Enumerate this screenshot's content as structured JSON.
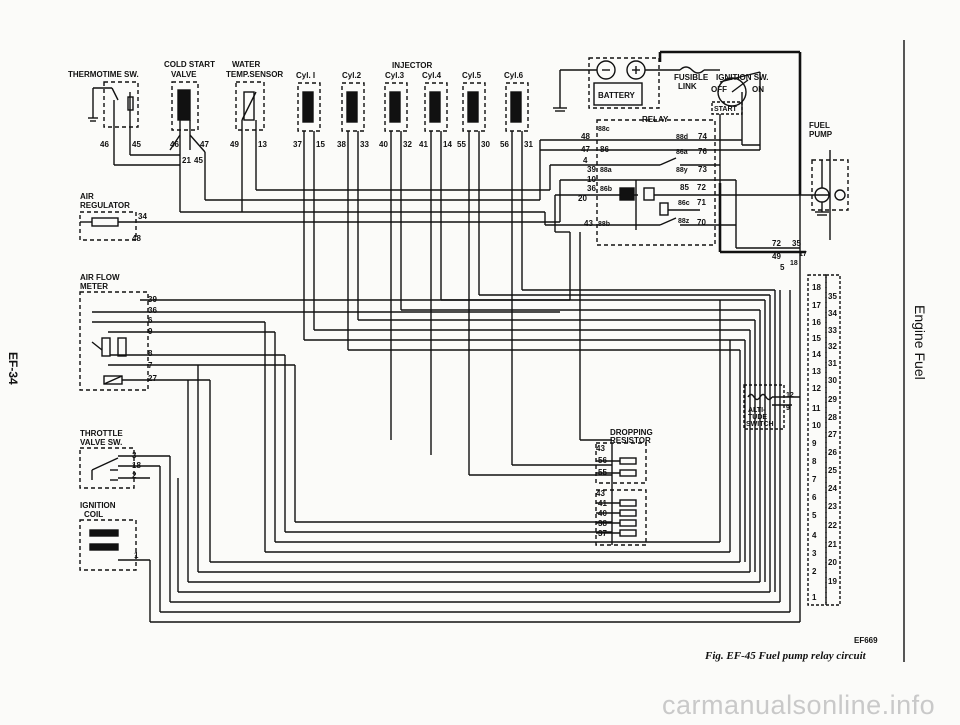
{
  "page_number": "EF-34",
  "section_title": "Engine Fuel",
  "figure_code": "EF669",
  "figure_caption": "Fig. EF-45 Fuel pump relay circuit",
  "watermark": "carmanualsonline.info",
  "components": {
    "thermotime_sw": "THERMOTIME SW.",
    "cold_start_valve": [
      "COLD START",
      "VALVE"
    ],
    "water_temp_sensor": [
      "WATER",
      "TEMP.SENSOR"
    ],
    "injector": "INJECTOR",
    "cylinders": [
      "Cyl. I",
      "Cyl.2",
      "Cyl.3",
      "Cyl.4",
      "Cyl.5",
      "Cyl.6"
    ],
    "battery": "BATTERY",
    "fusible_link": [
      "FUSIBLE",
      "LINK"
    ],
    "ignition_sw": "IGNITION SW.",
    "ign_off": "OFF",
    "ign_on": "ON",
    "ign_start": "START",
    "relay": "RELAY",
    "fuel_pump": [
      "FUEL",
      "PUMP"
    ],
    "air_regulator": [
      "AIR",
      "REGULATOR"
    ],
    "air_flow_meter": [
      "AIR FLOW",
      "METER"
    ],
    "throttle_valve_sw": [
      "THROTTLE",
      "VALVE SW."
    ],
    "ignition_coil": [
      "IGNITION",
      "COIL"
    ],
    "dropping_resistor": [
      "DROPPING",
      "RESISTOR"
    ],
    "altitude_switch": [
      "ALTI-",
      "TUDE",
      "SWITCH"
    ]
  },
  "terminal_labels": {
    "thermotime": [
      "46",
      "45"
    ],
    "cold_start": [
      "46",
      "47",
      "21",
      "45"
    ],
    "water_temp": [
      "49",
      "13"
    ],
    "cyl1": [
      "37",
      "15"
    ],
    "cyl2": [
      "38",
      "33"
    ],
    "cyl3": [
      "40",
      "32"
    ],
    "cyl4": [
      "41",
      "14"
    ],
    "cyl5": [
      "55",
      "30"
    ],
    "cyl6": [
      "56",
      "31"
    ],
    "relay_left": [
      "48",
      "88c",
      "47",
      "86",
      "4",
      "39",
      "88a",
      "10",
      "36",
      "86b",
      "20",
      "43",
      "88b"
    ],
    "relay_right": [
      "88d",
      "74",
      "86a",
      "76",
      "88y",
      "73",
      "85",
      "72",
      "86c",
      "71",
      "88z",
      "70"
    ],
    "connector_top": [
      "72",
      "35",
      "49",
      "17",
      "5",
      "18"
    ],
    "air_regulator": [
      "34",
      "48"
    ],
    "air_flow_meter": [
      "39",
      "36",
      "6",
      "9",
      "8",
      "7",
      "27"
    ],
    "throttle": [
      "3",
      "18",
      "2"
    ],
    "ign_coil": [
      "1"
    ],
    "dropping_resistor_top": [
      "43",
      "56",
      "55"
    ],
    "dropping_resistor_bottom": [
      "43",
      "41",
      "40",
      "38",
      "37"
    ],
    "altitude_switch": [
      "12",
      "9"
    ],
    "connector_left": [
      "18",
      "17",
      "16",
      "15",
      "14",
      "13",
      "12",
      "11",
      "10",
      "9",
      "8",
      "7",
      "6",
      "5",
      "4",
      "3",
      "2",
      "1"
    ],
    "connector_right": [
      "35",
      "34",
      "33",
      "32",
      "31",
      "30",
      "29",
      "28",
      "27",
      "26",
      "25",
      "24",
      "23",
      "22",
      "21",
      "20",
      "19"
    ]
  }
}
